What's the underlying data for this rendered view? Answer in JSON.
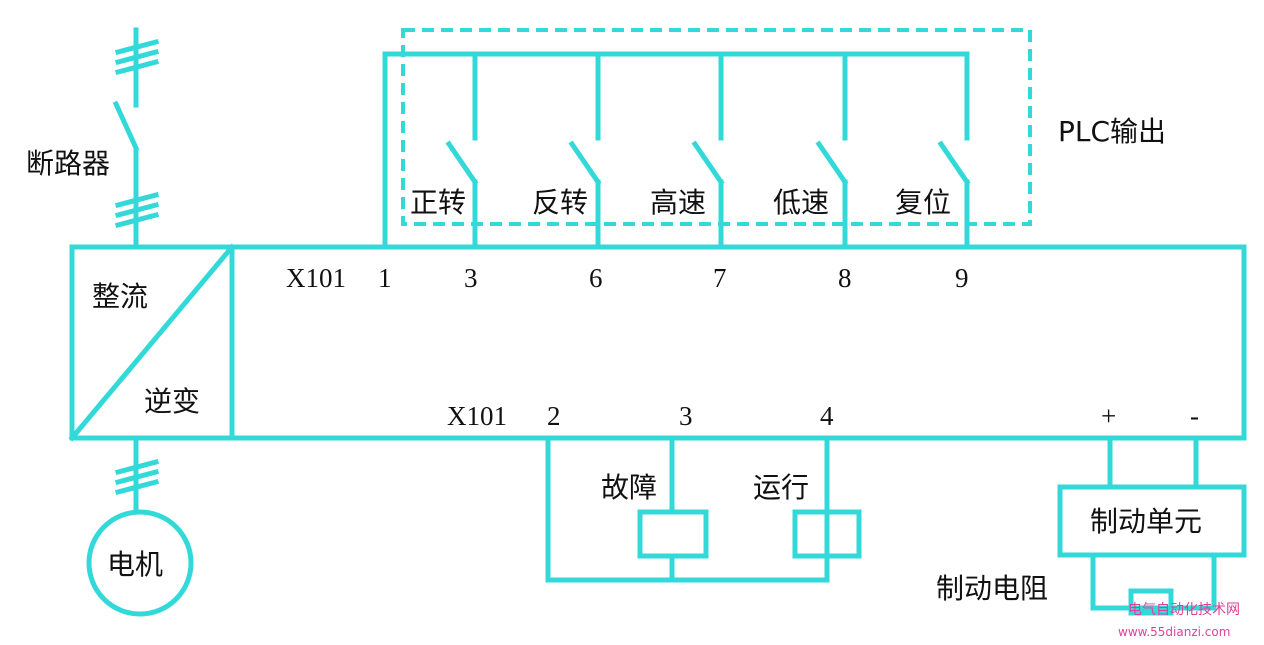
{
  "labels": {
    "breaker": "断路器",
    "rectifier": "整流",
    "inverter": "逆变",
    "motor": "电机",
    "plc_output": "PLC输出",
    "fault": "故障",
    "running": "运行",
    "brake_unit": "制动单元",
    "brake_resistor": "制动电阻"
  },
  "switches": [
    "正转",
    "反转",
    "高速",
    "低速",
    "复位"
  ],
  "top_terminal": {
    "name": "X101",
    "pins": [
      "1",
      "3",
      "6",
      "7",
      "8",
      "9"
    ]
  },
  "bottom_terminal": {
    "name": "X101",
    "pins": [
      "2",
      "3",
      "4"
    ]
  },
  "dc_terminals": {
    "plus": "+",
    "minus": "-"
  },
  "watermark": {
    "line1": "电气自动化技术网",
    "line2": "www.55dianzi.com"
  },
  "colors": {
    "wire": "#33d9d9",
    "text": "#111111",
    "watermark": "#e0409a"
  }
}
